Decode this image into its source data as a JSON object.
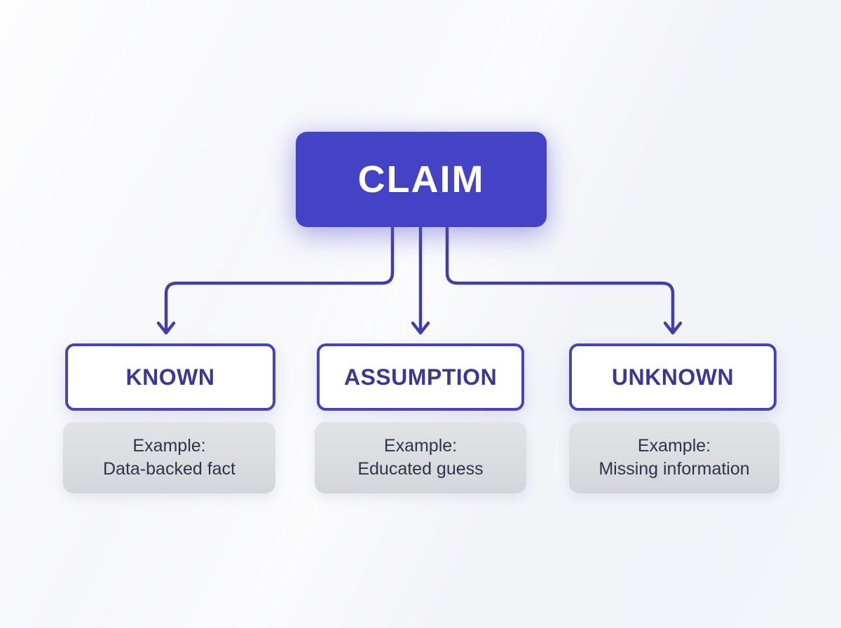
{
  "colors": {
    "primary": "#4543c5",
    "line": "#403fa8",
    "box-border": "#4745b5",
    "box-text": "#3a3890",
    "example-text": "#2c3547",
    "example-bg": "#dbdce0",
    "background": "#f2f3f8"
  },
  "root": {
    "label": "CLAIM"
  },
  "branches": [
    {
      "id": "known",
      "label": "KNOWN",
      "example_title": "Example:",
      "example_text": "Data-backed fact"
    },
    {
      "id": "assumption",
      "label": "ASSUMPTION",
      "example_title": "Example:",
      "example_text": "Educated guess"
    },
    {
      "id": "unknown",
      "label": "UNKNOWN",
      "example_title": "Example:",
      "example_text": "Missing information"
    }
  ]
}
